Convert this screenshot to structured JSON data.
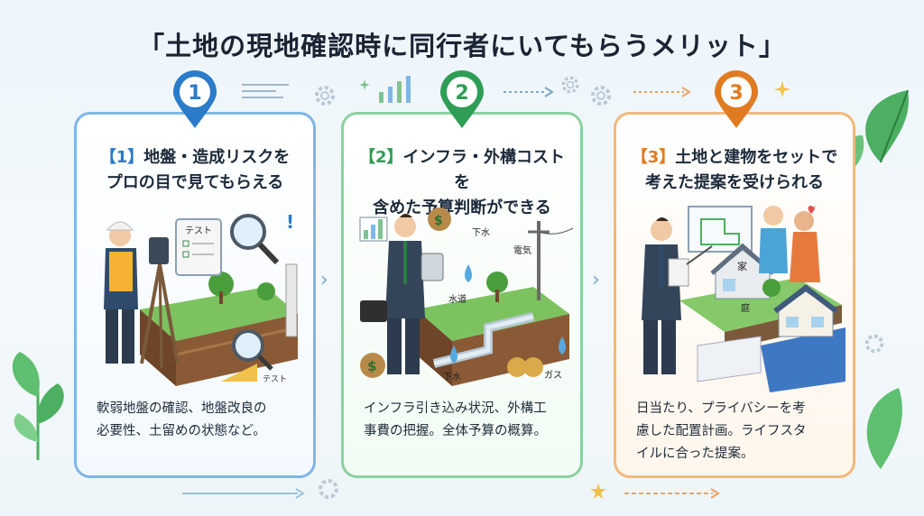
{
  "title": "「土地の現地確認時に同行者にいてもらうメリット」",
  "steps": [
    {
      "number": "1",
      "tag": "【1】",
      "heading_line1": "地盤・造成リスクを",
      "heading_line2": "プロの目で見てもらえる",
      "body_line1": "軟弱地盤の確認、地盤改良の",
      "body_line2": "必要性、土留めの状態など。",
      "illustration_labels": {
        "sheet": "テスト",
        "ruler": "テスト"
      }
    },
    {
      "number": "2",
      "tag": "【2】",
      "heading_line1": "インフラ・外構コストを",
      "heading_line2": "含めた予算判断ができる",
      "body_line1": "インフラ引き込み状況、外構工",
      "body_line2": "事費の把握。全体予算の概算。",
      "illustration_labels": {
        "sewer_top": "下水",
        "electric": "電気",
        "water": "水道",
        "sewer_bottom": "下水",
        "gas": "ガス"
      }
    },
    {
      "number": "3",
      "tag": "【3】",
      "heading_line1": "土地と建物をセットで",
      "heading_line2": "考えた提案を受けられる",
      "body_line1": "日当たり、プライバシーを考",
      "body_line2": "慮した配置計画。ライフスタ",
      "body_line3": "イルに合った提案。",
      "illustration_labels": {
        "house": "家",
        "garden": "庭"
      }
    }
  ],
  "colors": {
    "step1": "#2a7bc8",
    "step2": "#2e9d55",
    "step3": "#e07b22"
  }
}
